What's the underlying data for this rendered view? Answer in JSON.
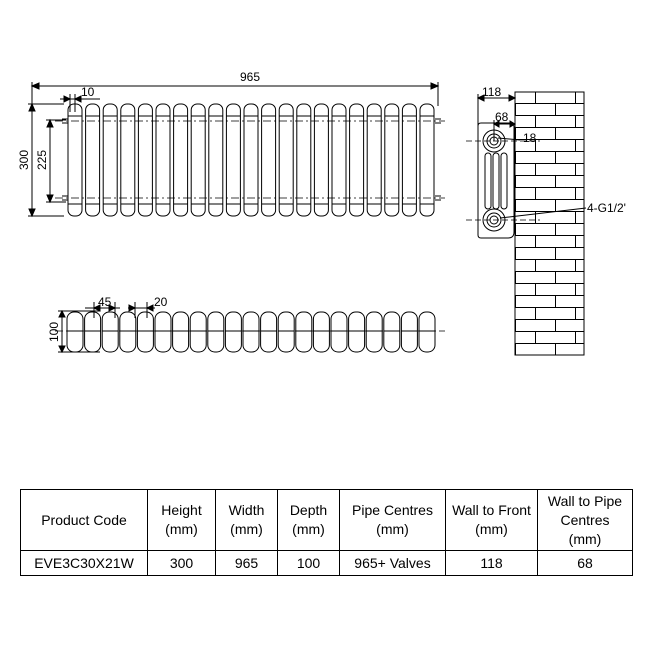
{
  "drawing": {
    "front": {
      "width": "965",
      "end_offset": "10",
      "height": "300",
      "pipe_centres": "225"
    },
    "plan": {
      "section_pitch": "45",
      "gap": "20",
      "depth": "100"
    },
    "side": {
      "wall_to_front": "118",
      "wall_to_pipe": "68",
      "pipe_offset": "18",
      "connection": "4-G1/2'"
    }
  },
  "table": {
    "headers": [
      "Product Code",
      "Height\n(mm)",
      "Width\n(mm)",
      "Depth\n(mm)",
      "Pipe Centres\n(mm)",
      "Wall to Front\n(mm)",
      "Wall to Pipe\nCentres\n(mm)"
    ],
    "row": [
      "EVE3C30X21W",
      "300",
      "965",
      "100",
      "965+ Valves",
      "118",
      "68"
    ]
  }
}
